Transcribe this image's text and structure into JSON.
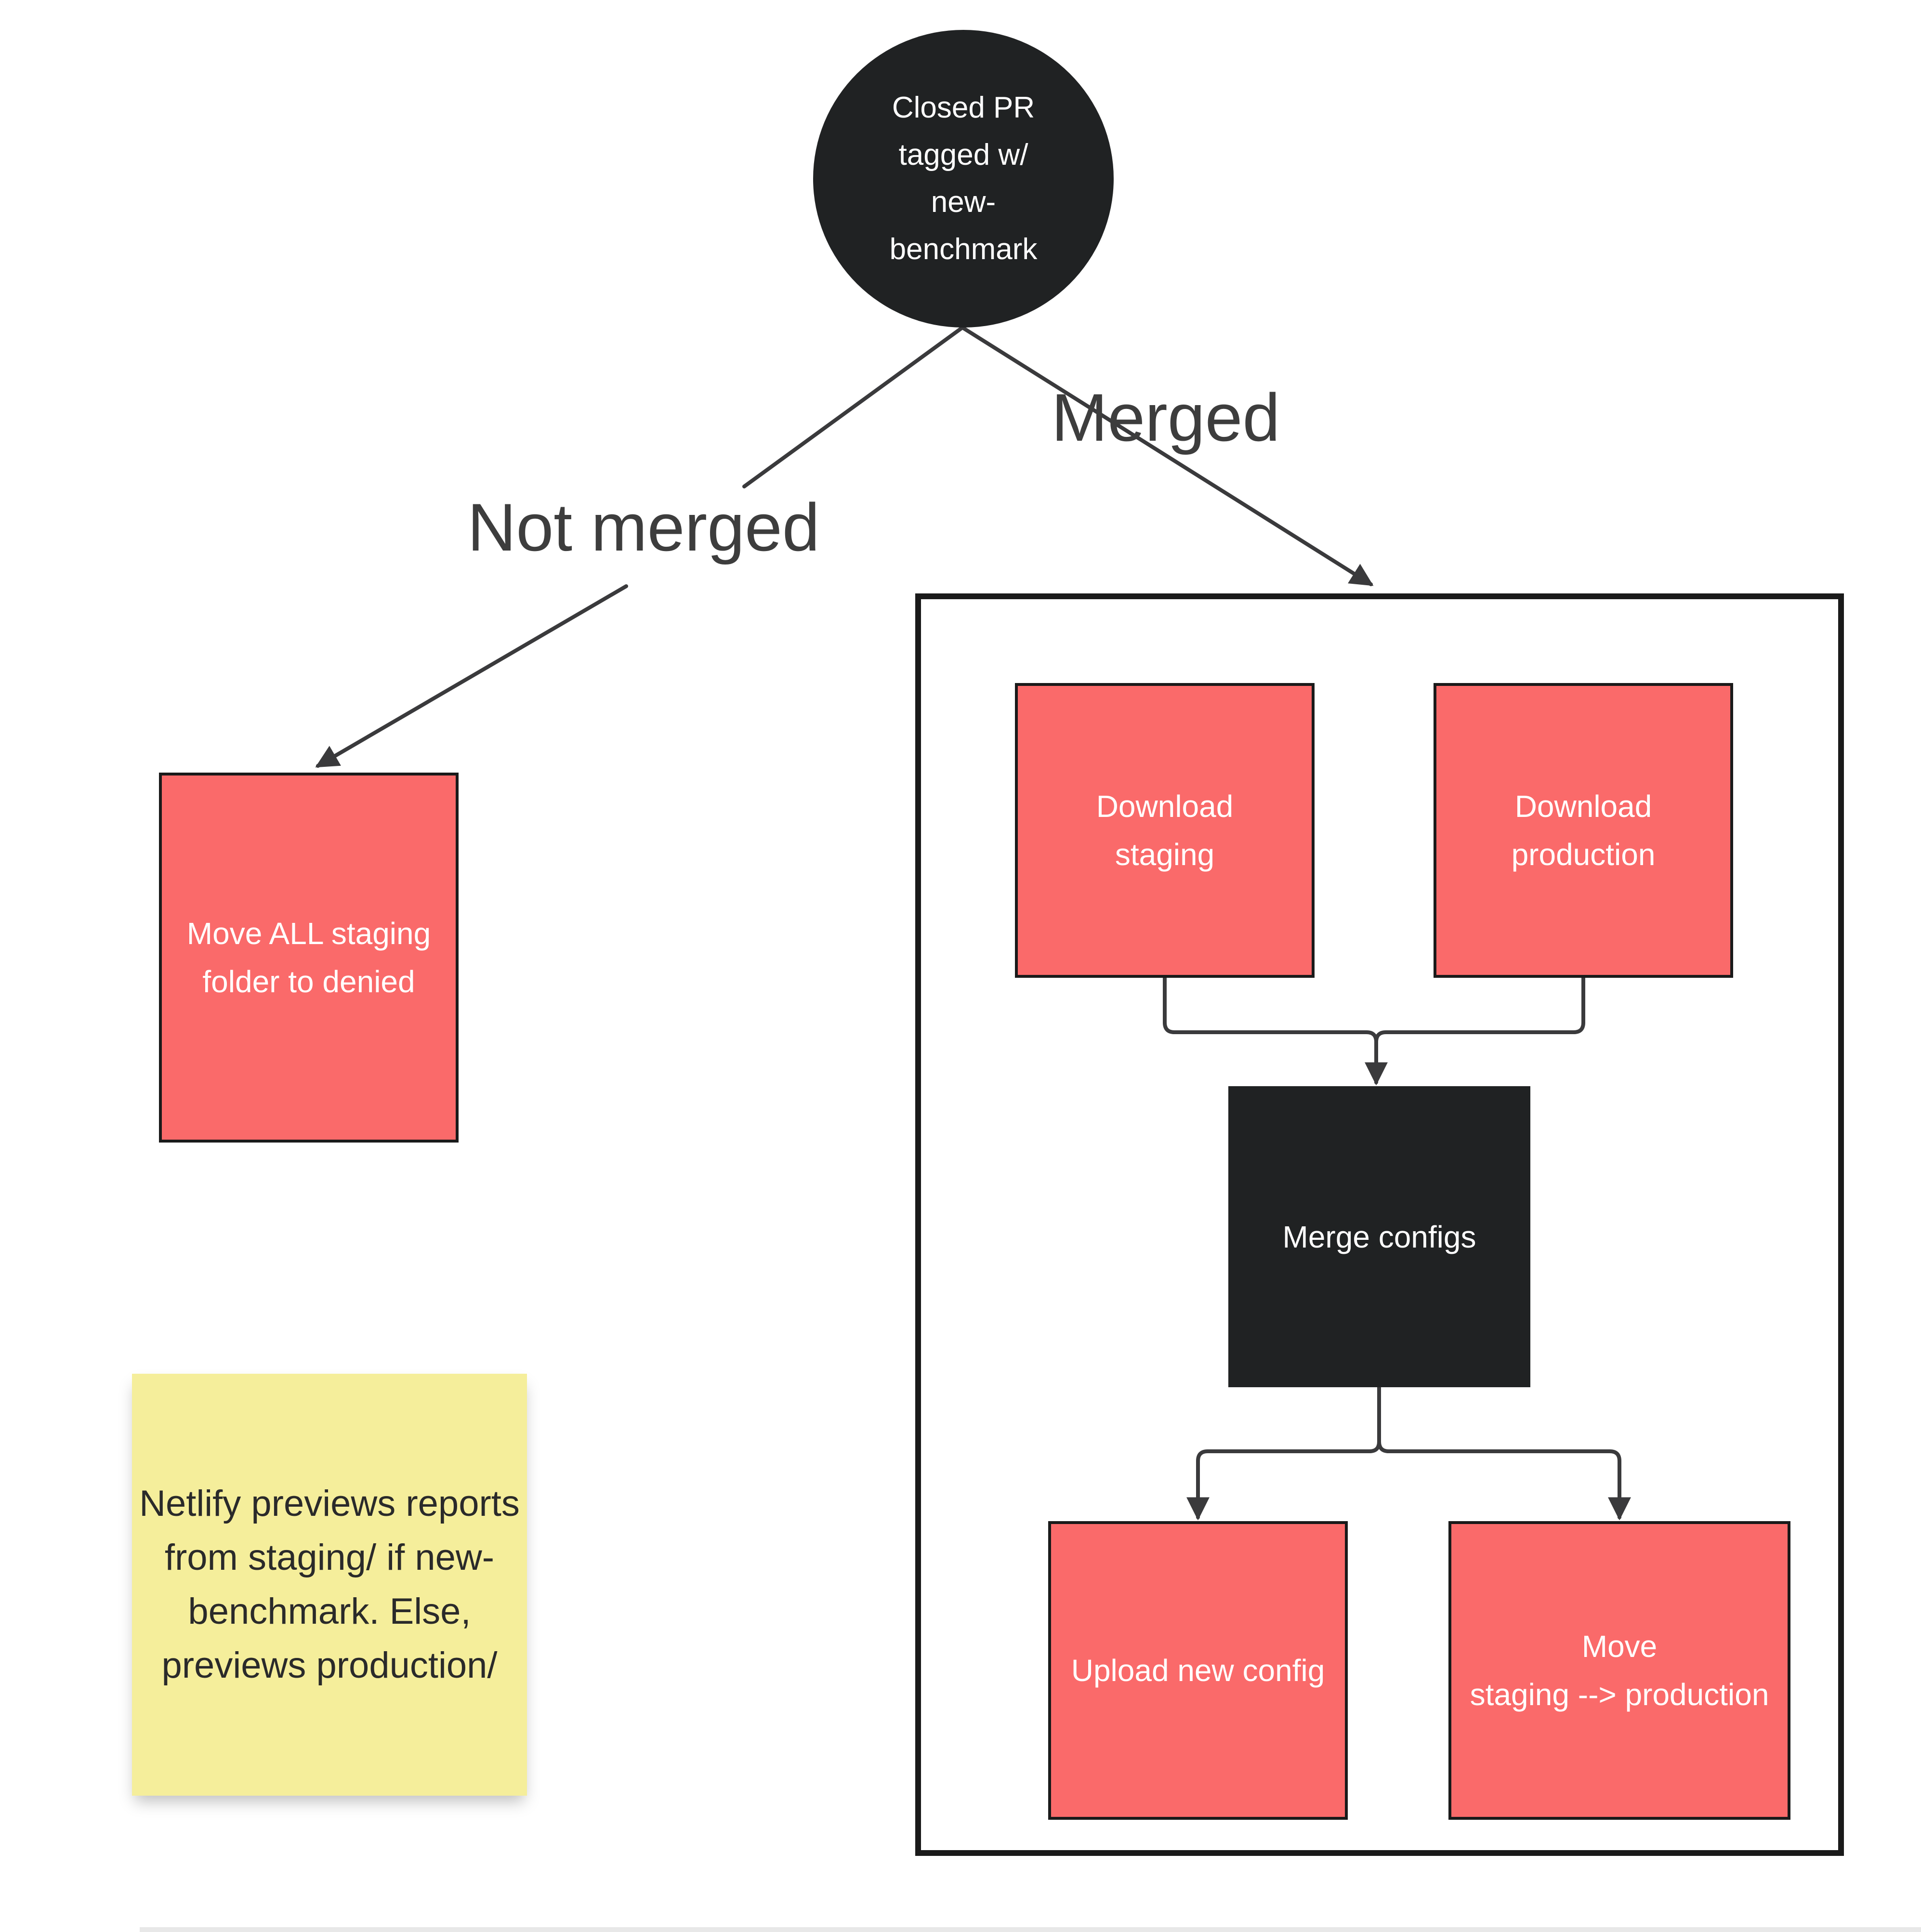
{
  "diagram": {
    "nodes": {
      "start_circle": {
        "label": "Closed PR\ntagged w/\nnew-\nbenchmark"
      },
      "move_staging_denied": {
        "label": "Move ALL staging\nfolder to denied"
      },
      "download_staging": {
        "label": "Download\nstaging"
      },
      "download_production": {
        "label": "Download\nproduction"
      },
      "merge_configs": {
        "label": "Merge configs"
      },
      "upload_new_config": {
        "label": "Upload new config"
      },
      "move_staging_production": {
        "label": "Move\nstaging --> production"
      }
    },
    "edge_labels": {
      "merged": "Merged",
      "not_merged": "Not merged"
    },
    "sticky_note": {
      "text": "Netlify previews\nreports from\nstaging/ if new-\nbenchmark.\nElse, previews\nproduction/"
    }
  },
  "theme": {
    "node_red": "#fa6a6a",
    "node_dark": "#202223",
    "sticky_yellow": "#f5ee9b",
    "line_color": "#3a3a3c",
    "border_color": "#1a1a1a",
    "label_text": "#3d3d3d",
    "node_text_light": "#ffffff",
    "sticky_text": "#2a2a2a",
    "canvas": "#ffffff",
    "canvas_edge": "#e8e8e8"
  }
}
